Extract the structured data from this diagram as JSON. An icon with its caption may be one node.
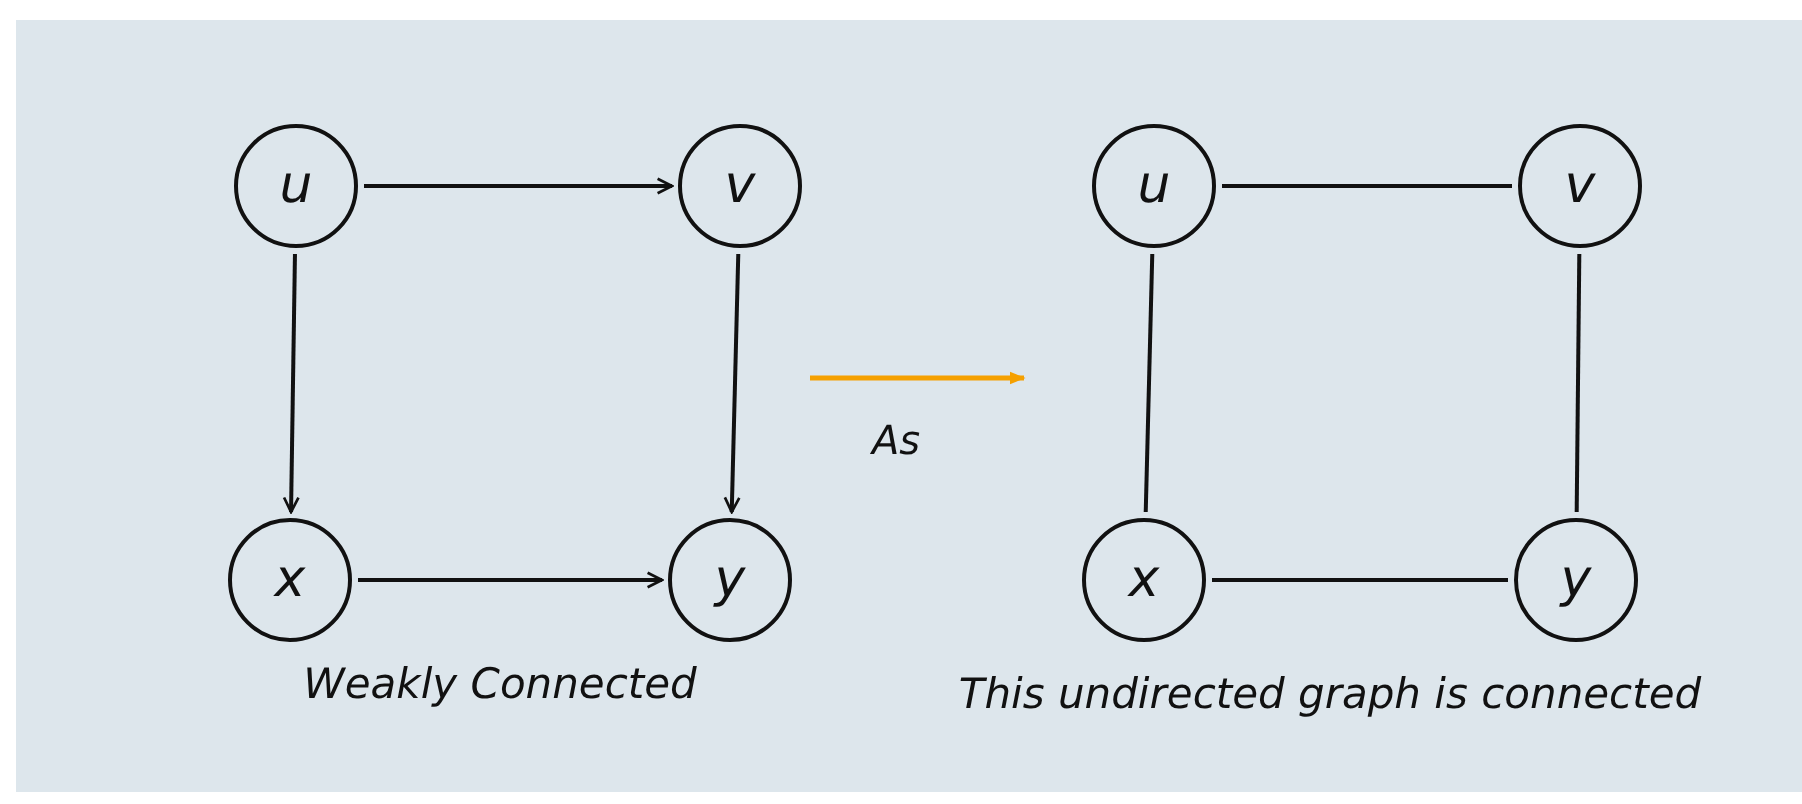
{
  "diagram": {
    "nodes": [
      {
        "text": [
          "u"
        ]
      },
      {
        "text": [
          "v"
        ]
      },
      {
        "text": [
          "x"
        ]
      },
      {
        "text": [
          "y"
        ]
      },
      {
        "text": [
          "u"
        ]
      },
      {
        "text": [
          "v"
        ]
      },
      {
        "text": [
          "x"
        ]
      },
      {
        "text": [
          "y"
        ]
      }
    ],
    "edges": [
      {
        "from": 0,
        "to": 1,
        "arrow": "to"
      },
      {
        "from": 0,
        "to": 2,
        "arrow": "to"
      },
      {
        "from": 1,
        "to": 3,
        "arrow": "to"
      },
      {
        "from": 2,
        "to": 3,
        "arrow": "to"
      },
      {
        "from": 4,
        "to": 5,
        "arrow": "none"
      },
      {
        "from": 4,
        "to": 6,
        "arrow": "none"
      },
      {
        "from": 5,
        "to": 7,
        "arrow": "none"
      },
      {
        "from": 6,
        "to": 7,
        "arrow": "none"
      }
    ],
    "labels": [
      "As",
      "Weakly Connected",
      "This undirected graph is connected"
    ]
  }
}
